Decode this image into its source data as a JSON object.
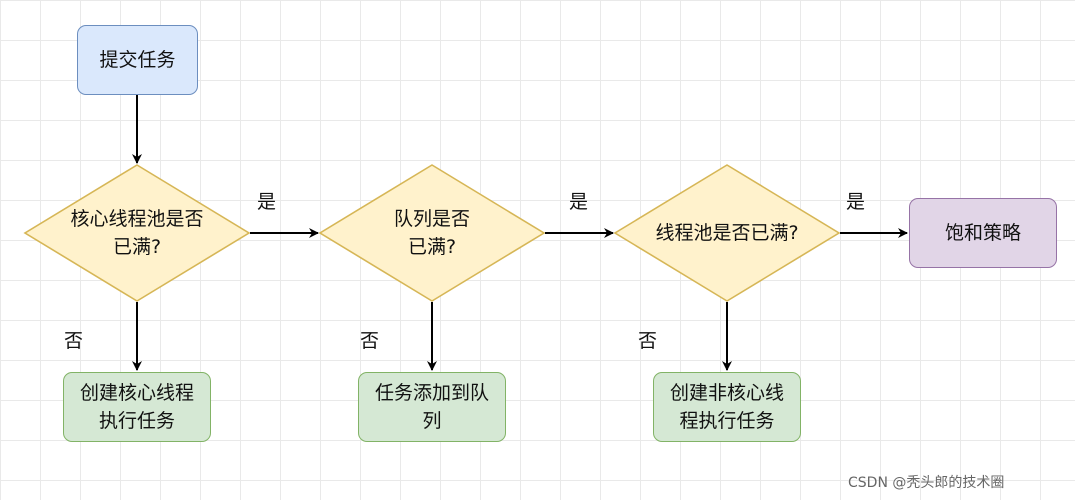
{
  "nodes": {
    "submit": "提交任务",
    "core_full": [
      "核心线程池是否",
      "已满?"
    ],
    "queue_full": [
      "队列是否",
      "已满?"
    ],
    "pool_full": "线程池是否已满?",
    "saturation": "饱和策略",
    "create_core": [
      "创建核心线程",
      "执行任务"
    ],
    "add_queue": [
      "任务添加到队",
      "列"
    ],
    "create_noncore": [
      "创建非核心线",
      "程执行任务"
    ]
  },
  "labels": {
    "yes": "是",
    "no": "否"
  },
  "watermark": "CSDN @秃头郎的技术圈",
  "colors": {
    "diamond_fill": "#fff2cc",
    "diamond_stroke": "#d6b656",
    "arrow": "#000000"
  }
}
